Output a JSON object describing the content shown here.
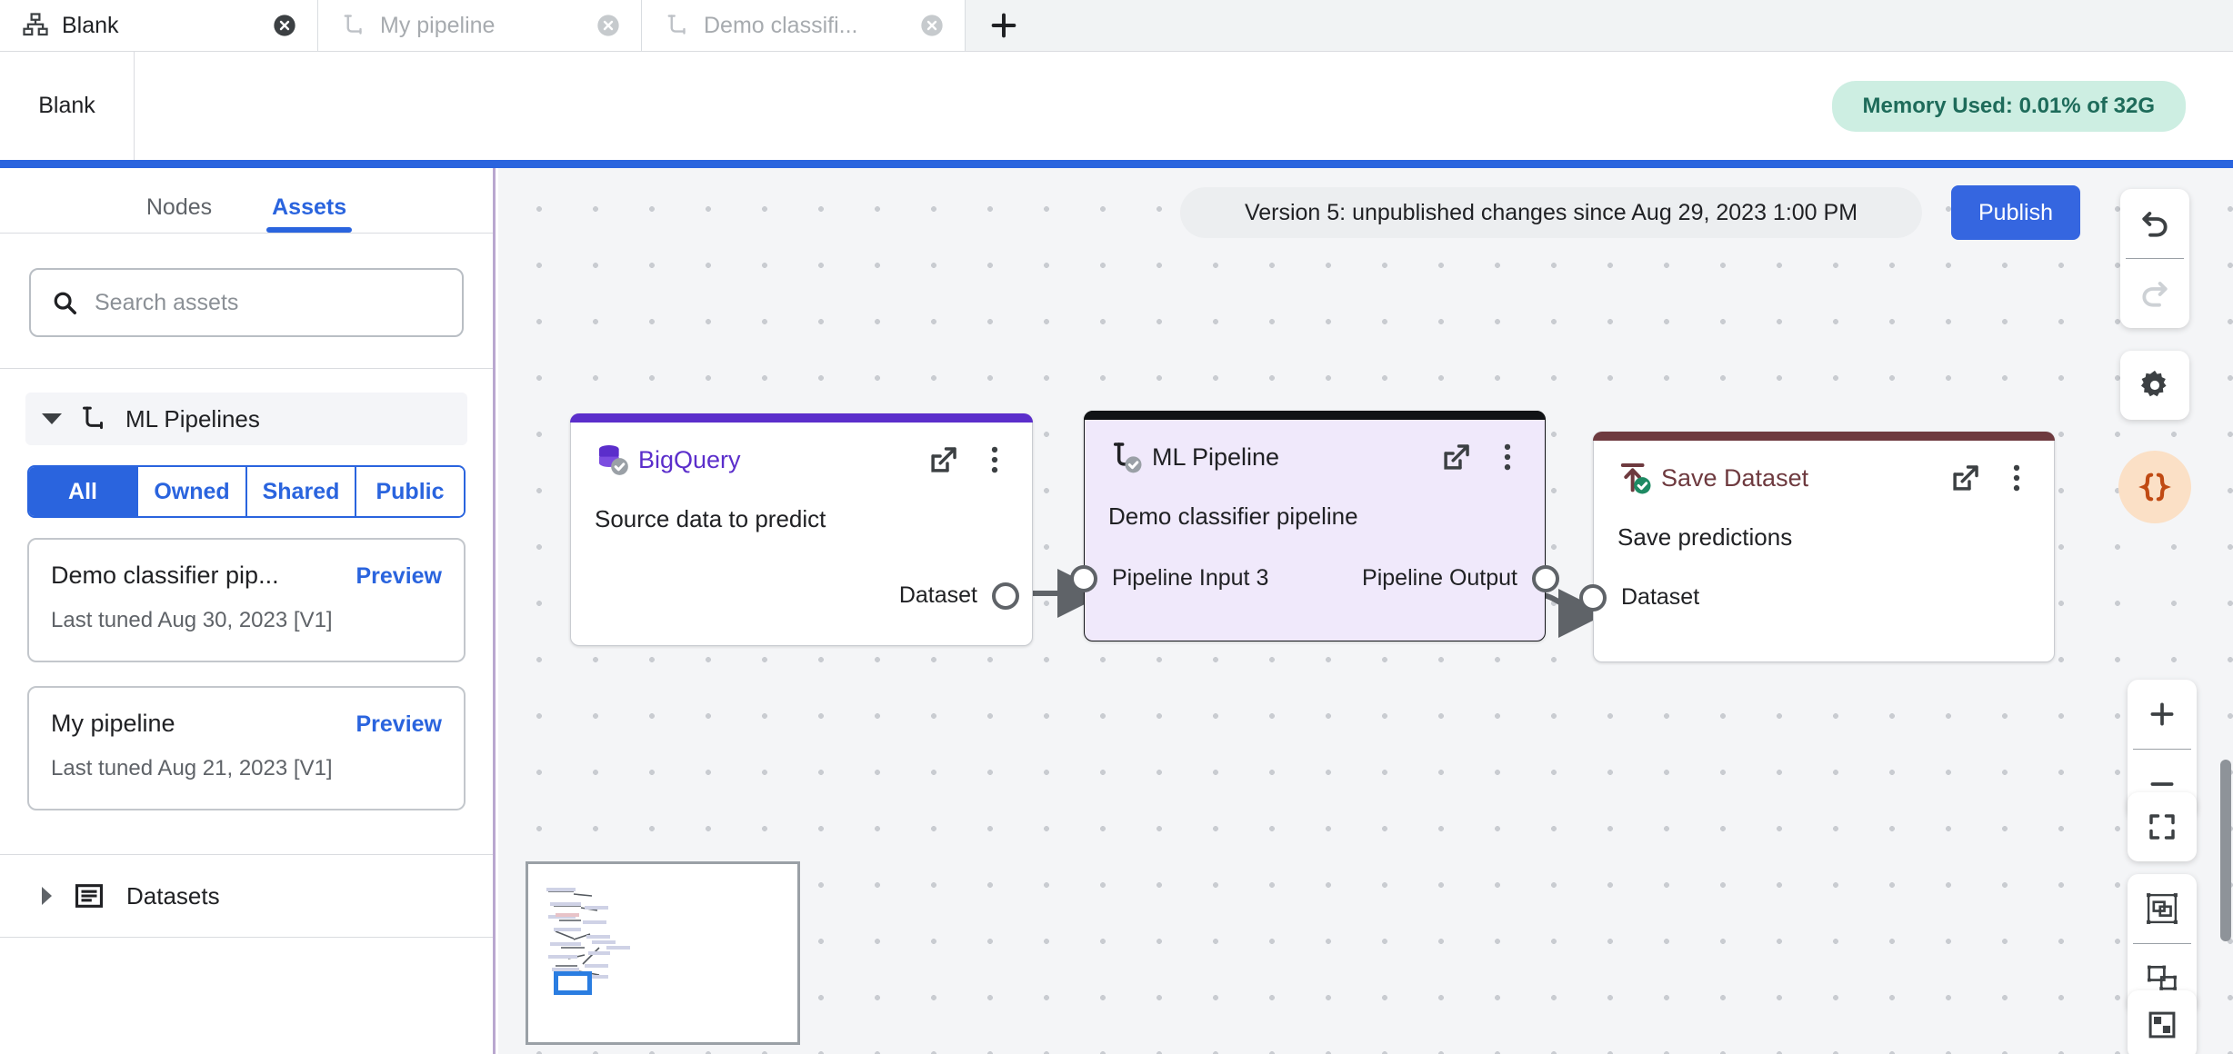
{
  "tabbar": {
    "tabs": [
      {
        "label": "Blank",
        "icon": "hierarchy-icon",
        "active": true,
        "close_icon": "close-circle-icon"
      },
      {
        "label": "My pipeline",
        "icon": "pipeline-icon",
        "active": false,
        "close_icon": "close-circle-icon"
      },
      {
        "label": "Demo classifi...",
        "icon": "pipeline-icon",
        "active": false,
        "close_icon": "close-circle-icon"
      }
    ],
    "new_tab_icon": "plus-icon"
  },
  "subheader": {
    "title": "Blank",
    "memory_chip": "Memory Used: 0.01% of 32G"
  },
  "sidebar": {
    "tabs": [
      {
        "label": "Nodes",
        "active": false
      },
      {
        "label": "Assets",
        "active": true
      }
    ],
    "search": {
      "placeholder": "Search assets",
      "value": "",
      "icon": "search-icon"
    },
    "groups": [
      {
        "label": "ML Pipelines",
        "icon": "pipeline-icon",
        "expanded": true,
        "filters": [
          {
            "label": "All",
            "active": true
          },
          {
            "label": "Owned",
            "active": false
          },
          {
            "label": "Shared",
            "active": false
          },
          {
            "label": "Public",
            "active": false
          }
        ],
        "cards": [
          {
            "title": "Demo classifier pip...",
            "action": "Preview",
            "subtitle": "Last tuned Aug 30, 2023 [V1]"
          },
          {
            "title": "My pipeline",
            "action": "Preview",
            "subtitle": "Last tuned Aug 21, 2023 [V1]"
          }
        ]
      },
      {
        "label": "Datasets",
        "icon": "dataset-icon",
        "expanded": false
      }
    ]
  },
  "canvas": {
    "version_banner": "Version 5: unpublished changes since Aug 29, 2023 1:00 PM",
    "publish_label": "Publish",
    "nodes": [
      {
        "id": "bigquery",
        "type_label": "BigQuery",
        "type_icon": "database-icon",
        "status_icon": "check-circle-grey-icon",
        "description": "Source data to predict",
        "accent_color": "#5B2ECB",
        "open_icon": "open-external-icon",
        "menu_icon": "kebab-menu-icon",
        "outputs": [
          {
            "label": "Dataset"
          }
        ],
        "inputs": []
      },
      {
        "id": "mlpipeline",
        "type_label": "ML Pipeline",
        "type_icon": "pipeline-icon",
        "status_icon": "check-circle-grey-icon",
        "description": "Demo classifier pipeline",
        "accent_color": "#111316",
        "body_color": "#F0E9FB",
        "open_icon": "open-external-icon",
        "menu_icon": "kebab-menu-icon",
        "inputs": [
          {
            "label": "Pipeline Input 3"
          }
        ],
        "outputs": [
          {
            "label": "Pipeline Output"
          }
        ]
      },
      {
        "id": "savedataset",
        "type_label": "Save Dataset",
        "type_icon": "upload-icon",
        "status_icon": "check-circle-green-icon",
        "description": "Save predictions",
        "accent_color": "#6E3A3F",
        "open_icon": "open-external-icon",
        "menu_icon": "kebab-menu-icon",
        "inputs": [
          {
            "label": "Dataset"
          }
        ],
        "outputs": []
      }
    ]
  },
  "toolbar": {
    "undo": "undo-icon",
    "redo": "redo-icon",
    "settings": "gear-icon",
    "code": "code-braces-icon",
    "zoom_in": "plus-icon",
    "zoom_out": "minus-icon",
    "fit_view": "fit-screen-icon",
    "group": "group-nodes-icon",
    "ungroup": "ungroup-nodes-icon",
    "layers": "layers-icon"
  },
  "minimap": {
    "name": "canvas-minimap"
  },
  "colors": {
    "accent_blue": "#2A64DE",
    "publish_blue": "#3566E0",
    "memory_chip_bg": "#CDEEE2",
    "memory_chip_fg": "#1E6B5A",
    "bigquery_purple": "#5B2ECB",
    "mlpipeline_black": "#111316",
    "mlpipeline_body": "#F0E9FB",
    "savedataset_maroon": "#6E3A3F",
    "code_chip_bg": "#FBE0C6",
    "code_chip_fg": "#C04A13"
  }
}
